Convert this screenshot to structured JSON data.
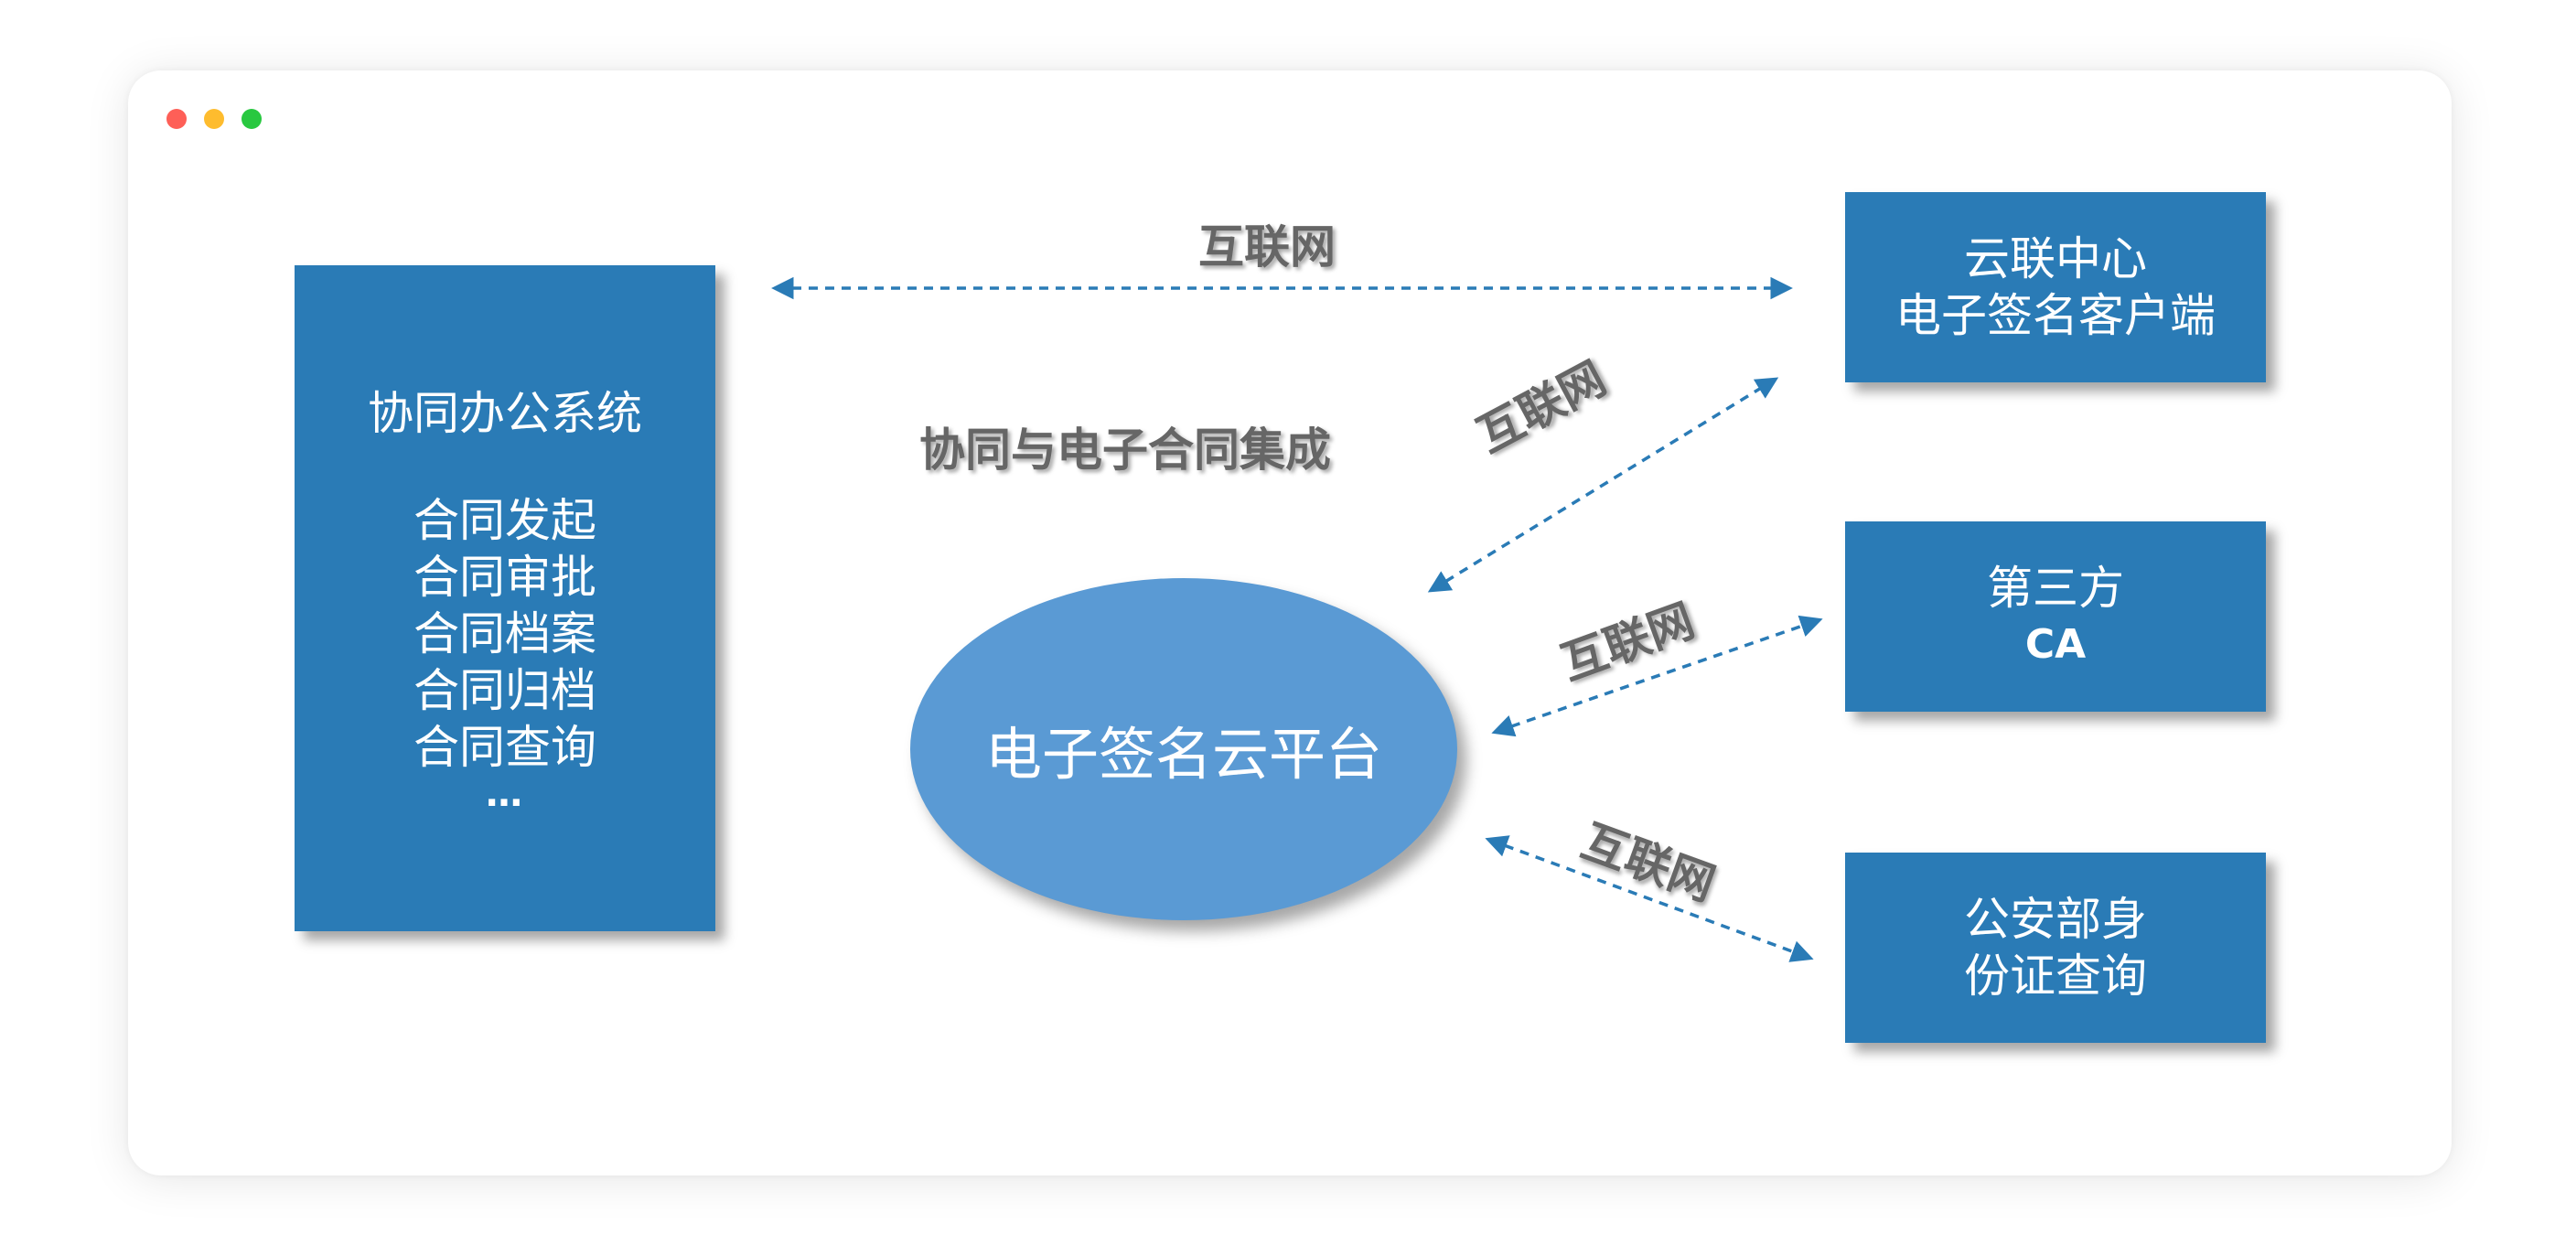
{
  "window": {
    "controls": [
      "close",
      "minimize",
      "maximize"
    ]
  },
  "left_box": {
    "title": "协同办公系统",
    "items": [
      "合同发起",
      "合同审批",
      "合同档案",
      "合同归档",
      "合同查询"
    ],
    "more": "…"
  },
  "center": {
    "platform": "电子签名云平台",
    "integration_label": "协同与电子合同集成"
  },
  "right_boxes": [
    {
      "line1": "云联中心",
      "line2": "电子签名客户端"
    },
    {
      "line1": "第三方",
      "line2": "CA"
    },
    {
      "line1": "公安部身",
      "line2": "份证查询"
    }
  ],
  "connections": {
    "top_label": "互联网",
    "diag1_label": "互联网",
    "diag2_label": "互联网",
    "diag3_label": "互联网"
  },
  "colors": {
    "box": "#2a7bb6",
    "ellipse": "#5a9ad4",
    "arrow": "#2a7bb6",
    "label": "#666666"
  }
}
